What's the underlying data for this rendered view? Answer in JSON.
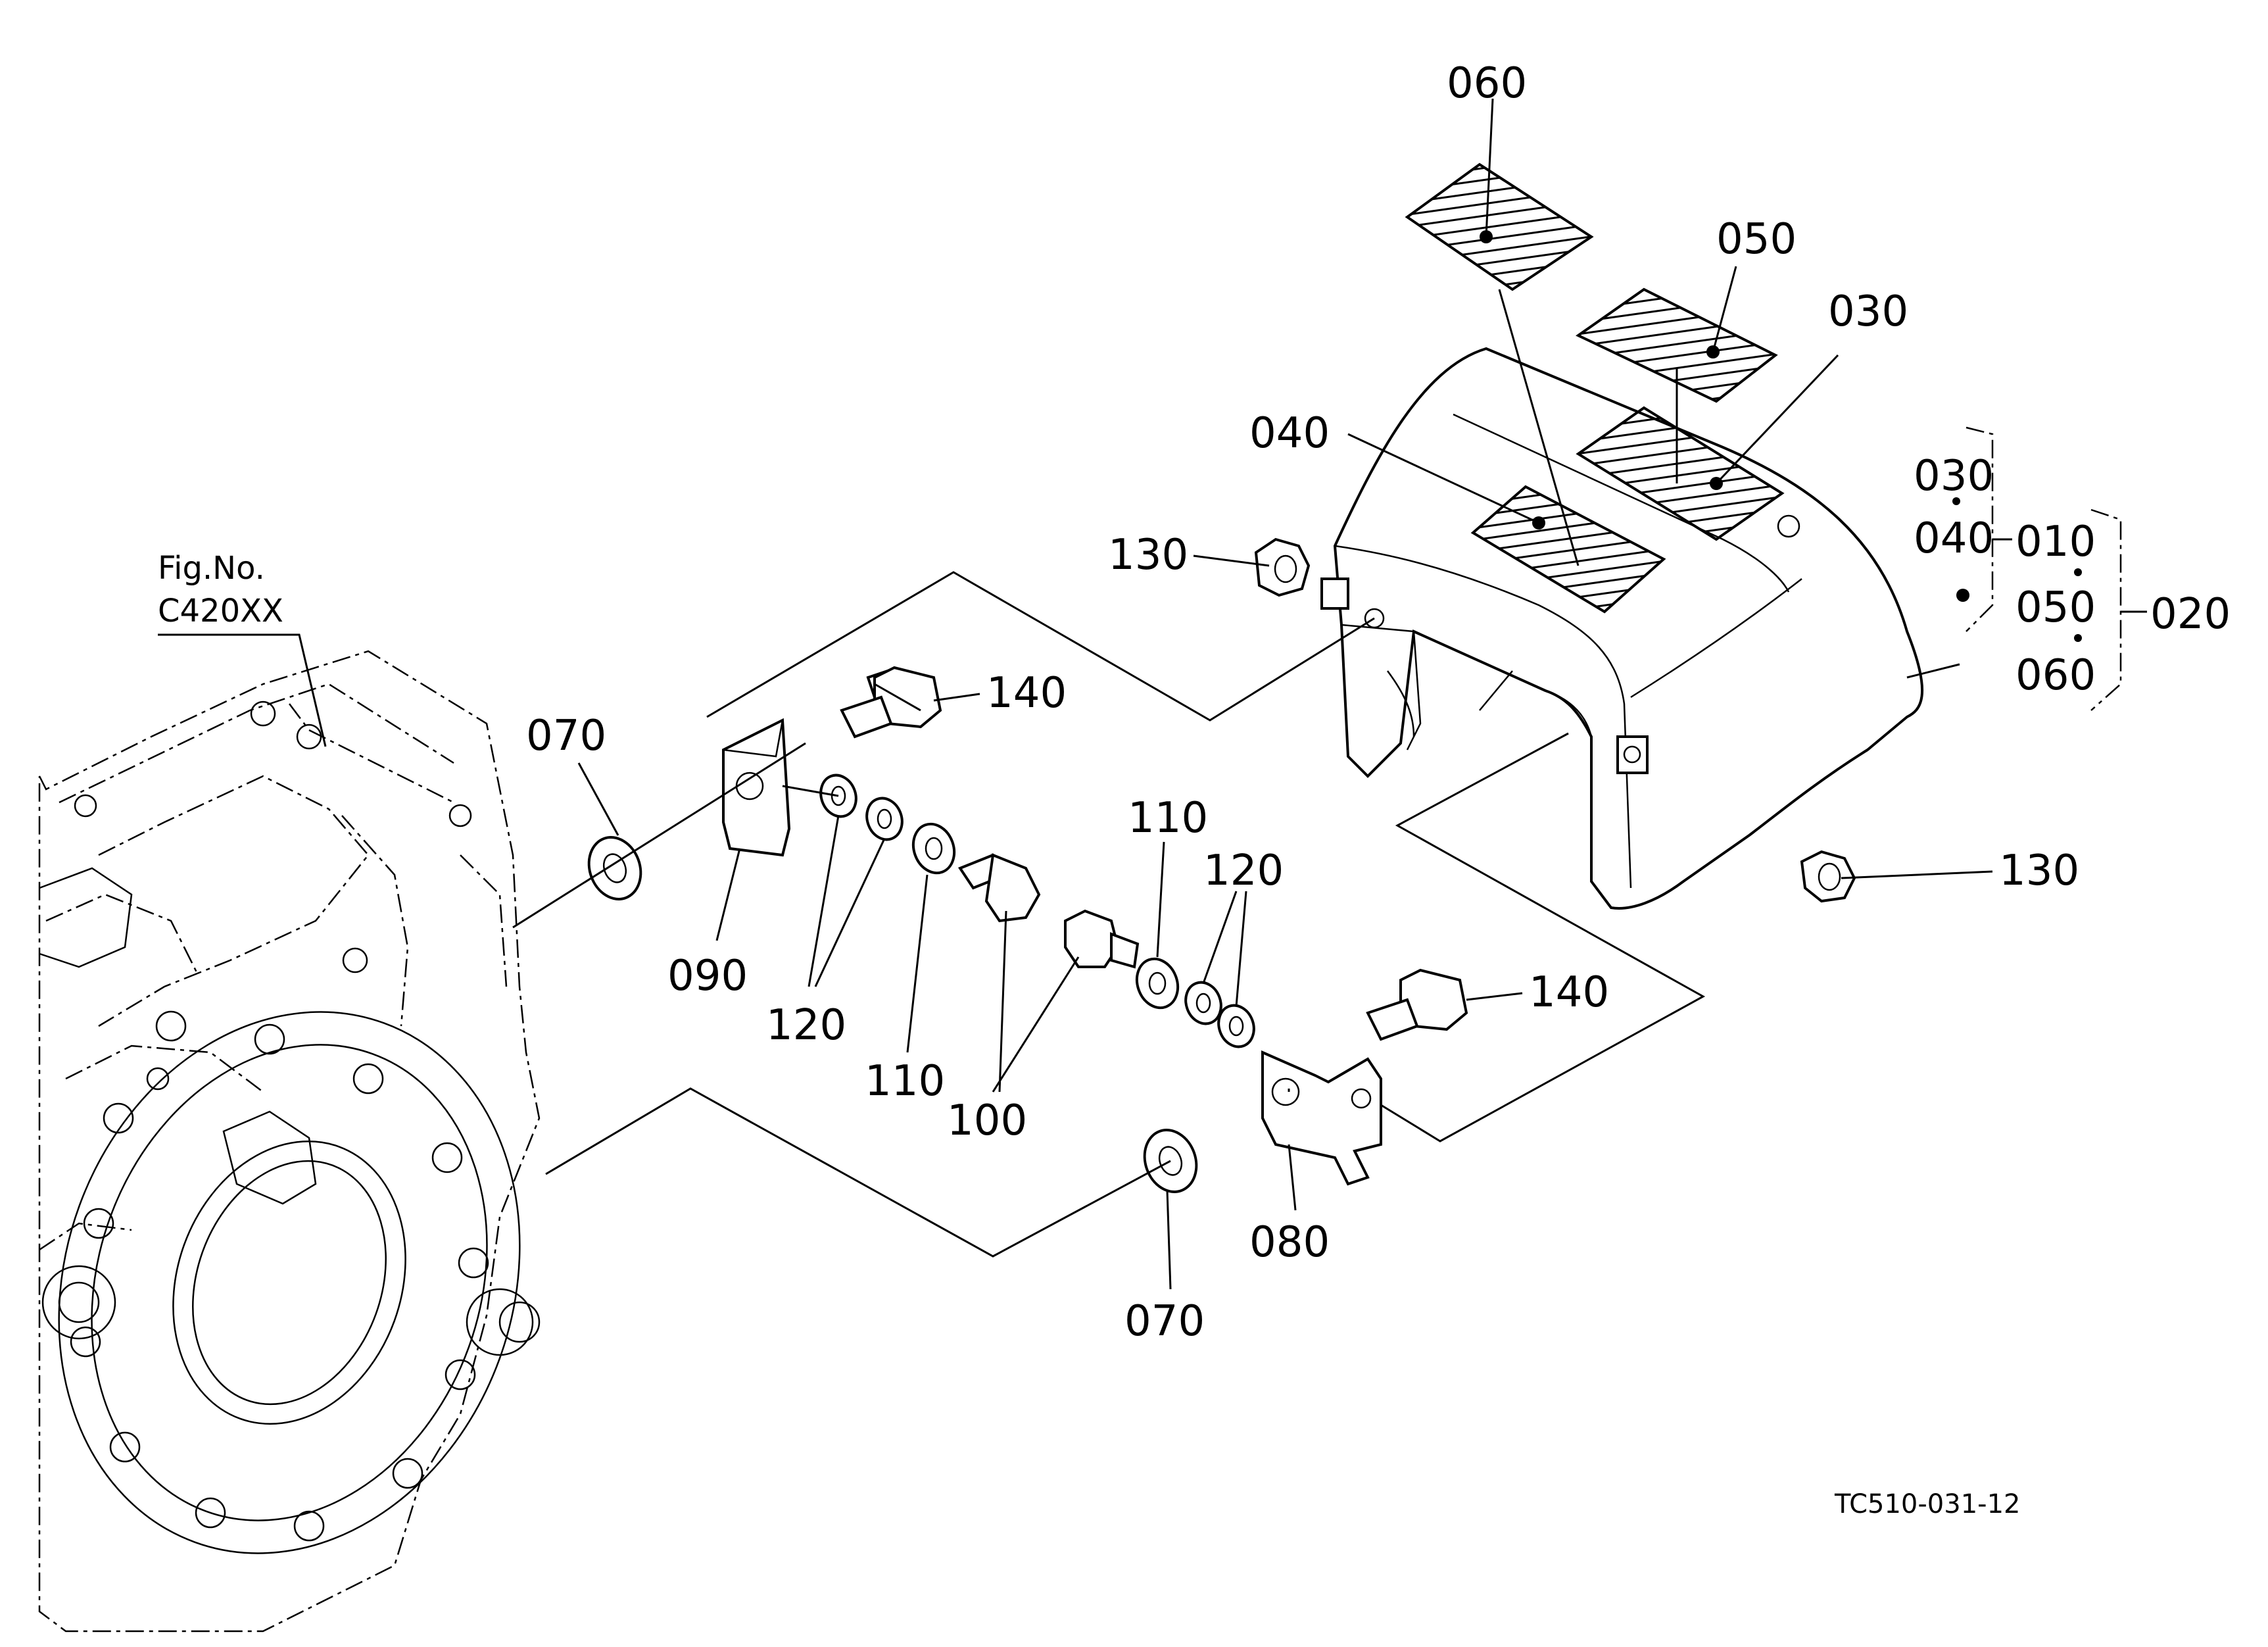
{
  "figure_reference": {
    "line1": "Fig.No.",
    "line2": "C420XX"
  },
  "drawing_code": "TC510-031-12",
  "callouts": {
    "c060": "060",
    "c050": "050",
    "c030": "030",
    "c040": "040",
    "c130_top": "130",
    "c130_bottom": "130",
    "c140_top": "140",
    "c140_bottom": "140",
    "c070_left": "070",
    "c070_bottom": "070",
    "c090": "090",
    "c080": "080",
    "c120_left": "120",
    "c120_right": "120",
    "c110_left": "110",
    "c110_right": "110",
    "c100": "100"
  },
  "assembly_key": {
    "g1a": "030",
    "g1b": "040",
    "g2a": "010",
    "g2b": "050",
    "g2c": "060",
    "total": "020"
  }
}
